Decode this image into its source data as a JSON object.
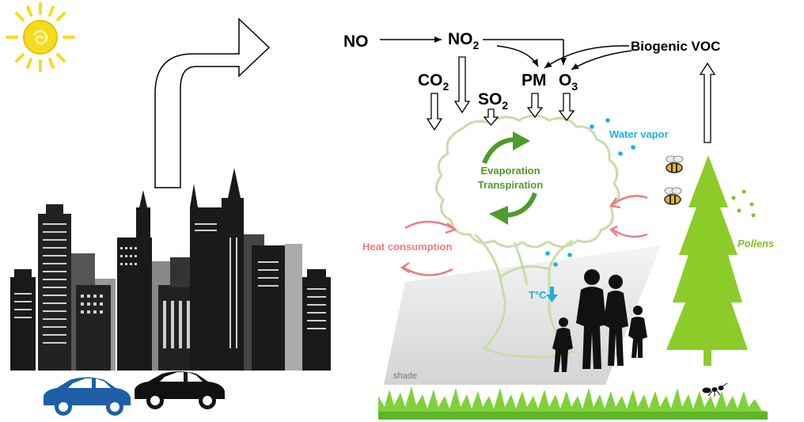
{
  "labels": {
    "no": "NO",
    "no2_main": "NO",
    "no2_sub": "2",
    "biogenic_voc": "Biogenic VOC",
    "co2_main": "CO",
    "co2_sub": "2",
    "pm": "PM",
    "o3_main": "O",
    "o3_sub": "3",
    "so2_main": "SO",
    "so2_sub": "2",
    "water_vapor": "Water vapor",
    "evaporation": "Evaporation",
    "transpiration": "Transpiration",
    "heat_consumption": "Heat consumption",
    "pollens": "Pollens",
    "temperature": "T°C",
    "shade": "shade"
  },
  "colors": {
    "water": "#1ab0e0",
    "evap_green": "#4f9a2c",
    "heat_pink": "#f27a82",
    "tree_outline": "#c8dcaa",
    "conifer": "#8ccc28",
    "grass": "#7fd13b",
    "sun": "#f5dc1e",
    "car_blue": "#1f5fa8",
    "car_black": "#111111"
  }
}
